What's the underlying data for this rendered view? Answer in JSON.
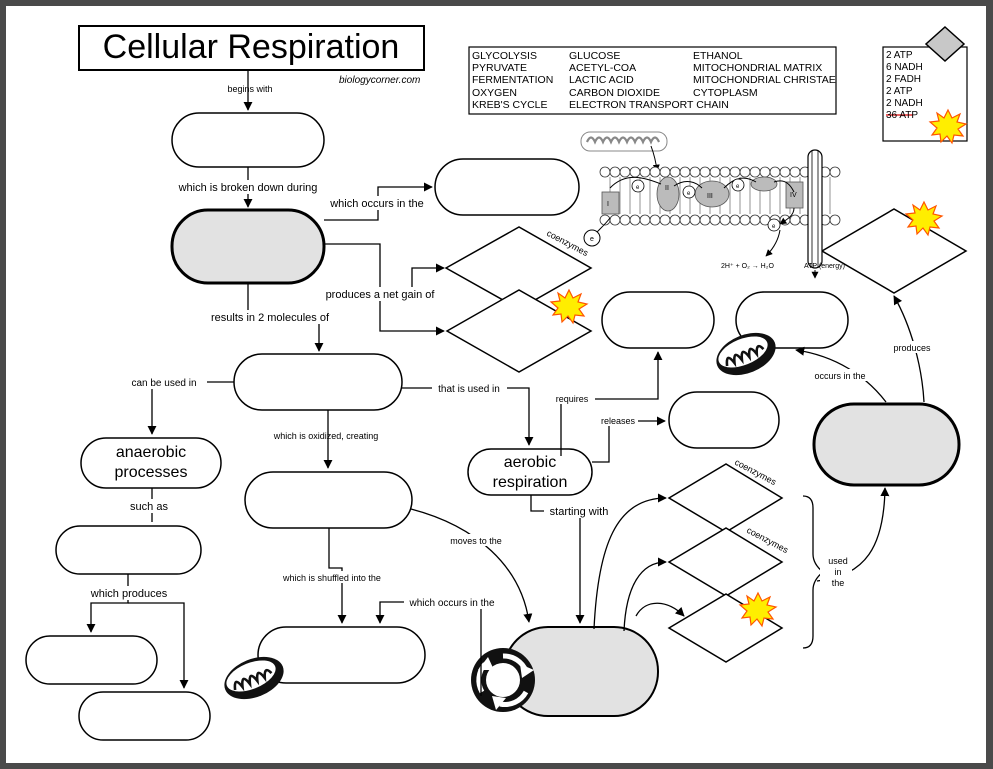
{
  "title": "Cellular Respiration",
  "source": "biologycorner.com",
  "word_bank": {
    "col1": [
      "GLYCOLYSIS",
      "PYRUVATE",
      "FERMENTATION",
      "OXYGEN",
      "KREB'S CYCLE"
    ],
    "col2": [
      "GLUCOSE",
      "ACETYL-COA",
      "LACTIC ACID",
      "CARBON DIOXIDE",
      "ELECTRON TRANSPORT CHAIN"
    ],
    "col3": [
      "ETHANOL",
      "MITOCHONDRIAL MATRIX",
      "MITOCHONDRIAL CHRISTAE",
      "CYTOPLASM"
    ]
  },
  "atp_list": [
    "2 ATP",
    "6 NADH",
    "2 FADH",
    "2 ATP",
    "2 NADH",
    "36 ATP"
  ],
  "labels": {
    "begins_with": "begins with",
    "broken_down": "which is broken down during",
    "occurs_in_1": "which occurs in the",
    "coenzymes_1": "coenzymes",
    "net_gain": "produces a net gain of",
    "results_in": "results in 2 molecules of",
    "can_be_used": "can be used in",
    "used_in": "that is used in",
    "requires": "requires",
    "releases": "releases",
    "occurs_in_2": "occurs in the",
    "produces": "produces",
    "oxidized": "which is oxidized, creating",
    "anaerobic": "anaerobic processes",
    "aerobic": "aerobic respiration",
    "such_as": "such as",
    "starting_with": "starting with",
    "moves_to": "moves to the",
    "which_produces": "which produces",
    "shuffled": "which is shuffled into the",
    "occurs_in_3": "which occurs in the",
    "coenzymes_2": "coenzymes",
    "coenzymes_3": "coenzymes",
    "used_in_the": "used in the"
  },
  "etc_figure": {
    "electron": "e",
    "complexes": [
      "I",
      "II",
      "III",
      "IV"
    ],
    "equation": "2H⁺ + O₂ → H₂O",
    "atp": "ATP (energy)"
  },
  "colors": {
    "shaded_fill": "#e2e2e2",
    "star_fill": "#ffee00",
    "star_stroke": "#ff5500",
    "strike": "#e03030"
  }
}
